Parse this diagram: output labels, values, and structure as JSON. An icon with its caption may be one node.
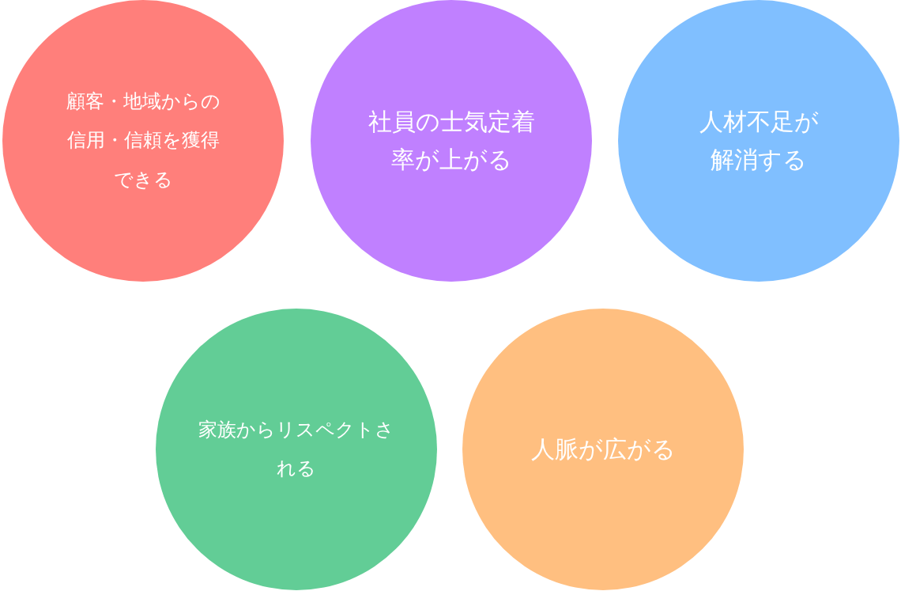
{
  "diagram": {
    "nodes": [
      {
        "text": [
          "顧客・地域からの信用・信頼を獲得できる"
        ]
      },
      {
        "text": [
          "社員の士気定着率が上がる"
        ]
      },
      {
        "text": [
          "人材不足が解消する"
        ]
      },
      {
        "text": [
          "家族からリスペクトされる"
        ]
      },
      {
        "text": [
          "人脈が広がる"
        ]
      }
    ]
  }
}
